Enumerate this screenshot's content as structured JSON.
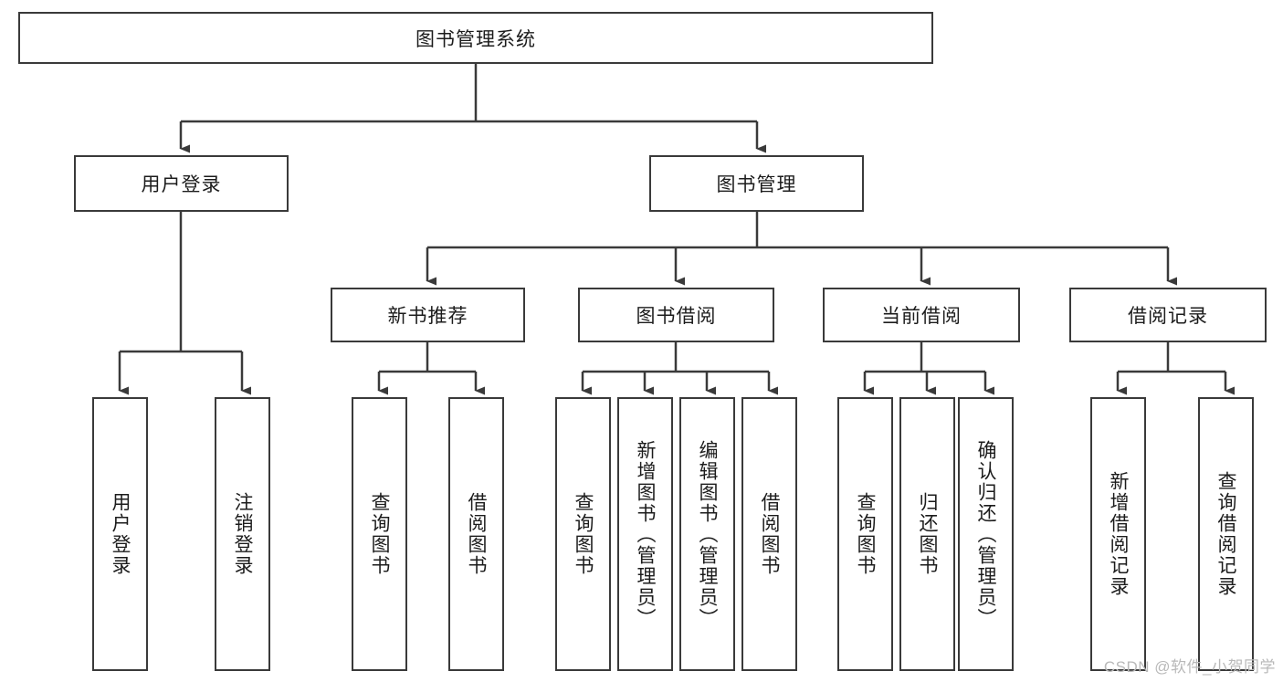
{
  "diagram": {
    "type": "tree",
    "title": "图书管理系统",
    "root": {
      "id": "root",
      "label": "图书管理系统"
    },
    "level2": [
      {
        "id": "user-login",
        "label": "用户登录"
      },
      {
        "id": "book-manage",
        "label": "图书管理"
      }
    ],
    "level3": [
      {
        "id": "new-book-recommend",
        "label": "新书推荐",
        "parent": "book-manage"
      },
      {
        "id": "book-borrow",
        "label": "图书借阅",
        "parent": "book-manage"
      },
      {
        "id": "current-borrow",
        "label": "当前借阅",
        "parent": "book-manage"
      },
      {
        "id": "borrow-record",
        "label": "借阅记录",
        "parent": "book-manage"
      }
    ],
    "leaves": [
      {
        "id": "leaf-user-login",
        "label": "用户登录",
        "parent": "user-login"
      },
      {
        "id": "leaf-logout-login",
        "label": "注销登录",
        "parent": "user-login"
      },
      {
        "id": "leaf-query-book-1",
        "label": "查询图书",
        "parent": "new-book-recommend"
      },
      {
        "id": "leaf-borrow-book-1",
        "label": "借阅图书",
        "parent": "new-book-recommend"
      },
      {
        "id": "leaf-query-book-2",
        "label": "查询图书",
        "parent": "book-borrow"
      },
      {
        "id": "leaf-add-book",
        "label": "新增图书（管理员）",
        "parent": "book-borrow"
      },
      {
        "id": "leaf-edit-book",
        "label": "编辑图书（管理员）",
        "parent": "book-borrow"
      },
      {
        "id": "leaf-borrow-book-2",
        "label": "借阅图书",
        "parent": "book-borrow"
      },
      {
        "id": "leaf-query-book-3",
        "label": "查询图书",
        "parent": "current-borrow"
      },
      {
        "id": "leaf-return-book",
        "label": "归还图书",
        "parent": "current-borrow"
      },
      {
        "id": "leaf-confirm-return",
        "label": "确认归还（管理员）",
        "parent": "current-borrow"
      },
      {
        "id": "leaf-add-record",
        "label": "新增借阅记录",
        "parent": "borrow-record"
      },
      {
        "id": "leaf-query-record",
        "label": "查询借阅记录",
        "parent": "borrow-record"
      }
    ],
    "colors": {
      "stroke": "#3a3a3a",
      "fill": "#ffffff",
      "text": "#1c1c1c",
      "watermark": "#b9b9b9"
    }
  },
  "watermark": {
    "text": "CSDN @软件_小贺同学"
  }
}
